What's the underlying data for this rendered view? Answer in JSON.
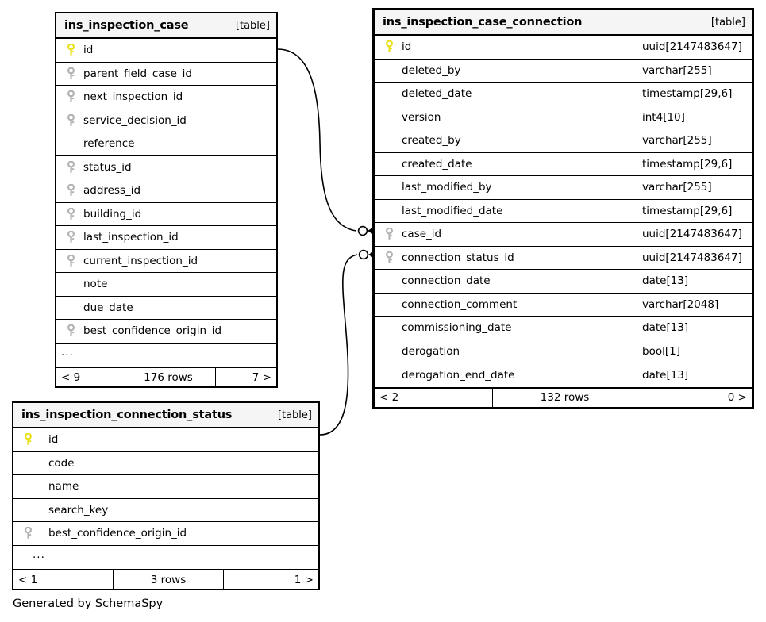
{
  "caption": "Generated by SchemaSpy",
  "legend": {
    "table_kind_label": "[table]",
    "primary_key_color": "#e8e11a",
    "foreign_key_color": "#b3b3b3",
    "header_background": "#f5f5f5",
    "line_color": "#000000"
  },
  "tables": [
    {
      "id": "ins_inspection_case",
      "name": "ins_inspection_case",
      "kind": "[table]",
      "focal": false,
      "show_types": false,
      "columns": [
        {
          "name": "id",
          "key": "primary",
          "type": ""
        },
        {
          "name": "parent_field_case_id",
          "key": "foreign",
          "type": ""
        },
        {
          "name": "next_inspection_id",
          "key": "foreign",
          "type": ""
        },
        {
          "name": "service_decision_id",
          "key": "foreign",
          "type": ""
        },
        {
          "name": "reference",
          "key": "none",
          "type": ""
        },
        {
          "name": "status_id",
          "key": "foreign",
          "type": ""
        },
        {
          "name": "address_id",
          "key": "foreign",
          "type": ""
        },
        {
          "name": "building_id",
          "key": "foreign",
          "type": ""
        },
        {
          "name": "last_inspection_id",
          "key": "foreign",
          "type": ""
        },
        {
          "name": "current_inspection_id",
          "key": "foreign",
          "type": ""
        },
        {
          "name": "note",
          "key": "none",
          "type": ""
        },
        {
          "name": "due_date",
          "key": "none",
          "type": ""
        },
        {
          "name": "best_confidence_origin_id",
          "key": "foreign",
          "type": ""
        }
      ],
      "more_indicator": "...",
      "footer": {
        "prev": "< 9",
        "rows": "176 rows",
        "next": "7 >"
      }
    },
    {
      "id": "ins_inspection_case_connection",
      "name": "ins_inspection_case_connection",
      "kind": "[table]",
      "focal": true,
      "show_types": true,
      "columns": [
        {
          "name": "id",
          "key": "primary",
          "type": "uuid[2147483647]"
        },
        {
          "name": "deleted_by",
          "key": "none",
          "type": "varchar[255]"
        },
        {
          "name": "deleted_date",
          "key": "none",
          "type": "timestamp[29,6]"
        },
        {
          "name": "version",
          "key": "none",
          "type": "int4[10]"
        },
        {
          "name": "created_by",
          "key": "none",
          "type": "varchar[255]"
        },
        {
          "name": "created_date",
          "key": "none",
          "type": "timestamp[29,6]"
        },
        {
          "name": "last_modified_by",
          "key": "none",
          "type": "varchar[255]"
        },
        {
          "name": "last_modified_date",
          "key": "none",
          "type": "timestamp[29,6]"
        },
        {
          "name": "case_id",
          "key": "foreign",
          "type": "uuid[2147483647]"
        },
        {
          "name": "connection_status_id",
          "key": "foreign",
          "type": "uuid[2147483647]"
        },
        {
          "name": "connection_date",
          "key": "none",
          "type": "date[13]"
        },
        {
          "name": "connection_comment",
          "key": "none",
          "type": "varchar[2048]"
        },
        {
          "name": "commissioning_date",
          "key": "none",
          "type": "date[13]"
        },
        {
          "name": "derogation",
          "key": "none",
          "type": "bool[1]"
        },
        {
          "name": "derogation_end_date",
          "key": "none",
          "type": "date[13]"
        }
      ],
      "more_indicator": "",
      "footer": {
        "prev": "< 2",
        "rows": "132 rows",
        "next": "0 >"
      }
    },
    {
      "id": "ins_inspection_connection_status",
      "name": "ins_inspection_connection_status",
      "kind": "[table]",
      "focal": false,
      "show_types": false,
      "columns": [
        {
          "name": "id",
          "key": "primary",
          "type": ""
        },
        {
          "name": "code",
          "key": "none",
          "type": ""
        },
        {
          "name": "name",
          "key": "none",
          "type": ""
        },
        {
          "name": "search_key",
          "key": "none",
          "type": ""
        },
        {
          "name": "best_confidence_origin_id",
          "key": "foreign",
          "type": ""
        }
      ],
      "more_indicator": "...",
      "footer": {
        "prev": "< 1",
        "rows": "3 rows",
        "next": "1 >"
      }
    }
  ],
  "relationships": [
    {
      "name": "case-id-to-case-connection-case-id",
      "from_table": "ins_inspection_case",
      "from_column": "id",
      "to_table": "ins_inspection_case_connection",
      "to_column": "case_id",
      "from_cardinality": "one",
      "to_cardinality": "zero-or-more"
    },
    {
      "name": "connection-status-id-to-case-connection-connection-status-id",
      "from_table": "ins_inspection_connection_status",
      "from_column": "id",
      "to_table": "ins_inspection_case_connection",
      "to_column": "connection_status_id",
      "from_cardinality": "one",
      "to_cardinality": "zero-or-more"
    }
  ]
}
